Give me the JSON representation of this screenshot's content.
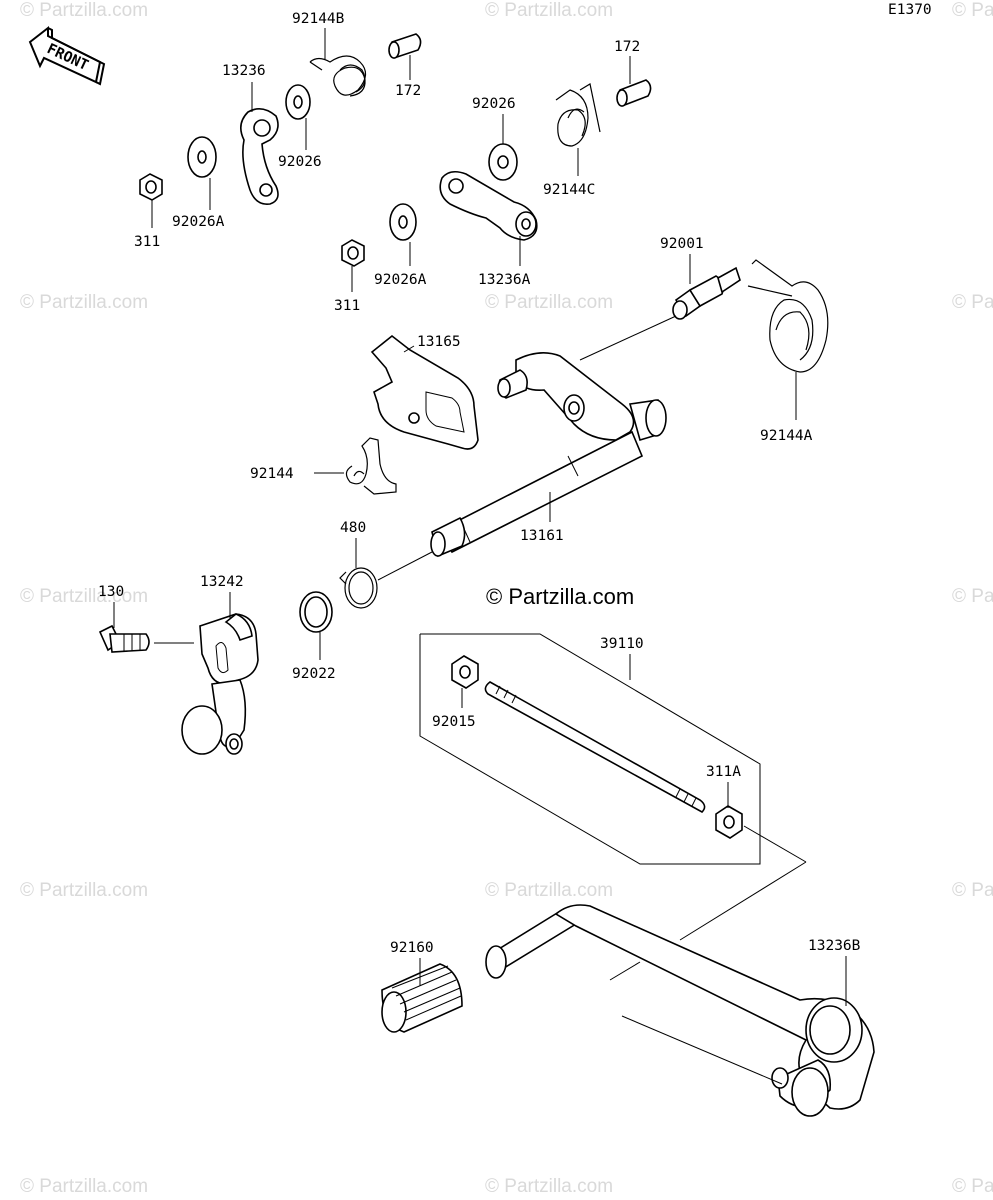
{
  "diagram_code": "E1370",
  "copyright": "© Partzilla.com",
  "watermark": "© Partzilla.com",
  "front_label": "FRONT",
  "labels": {
    "p92144B": "92144B",
    "p172a": "172",
    "p172b": "172",
    "p13236": "13236",
    "p92026a": "92026",
    "p92026b": "92026",
    "p92144C": "92144C",
    "p311a": "311",
    "p92026Aa": "92026A",
    "p311b": "311",
    "p92026Ab": "92026A",
    "p13236A": "13236A",
    "p92001": "92001",
    "p13165": "13165",
    "p92144A": "92144A",
    "p92144": "92144",
    "p480": "480",
    "p13161": "13161",
    "p130": "130",
    "p13242": "13242",
    "p92022": "92022",
    "p39110": "39110",
    "p92015": "92015",
    "p311A": "311A",
    "p92160": "92160",
    "p13236B": "13236B"
  }
}
